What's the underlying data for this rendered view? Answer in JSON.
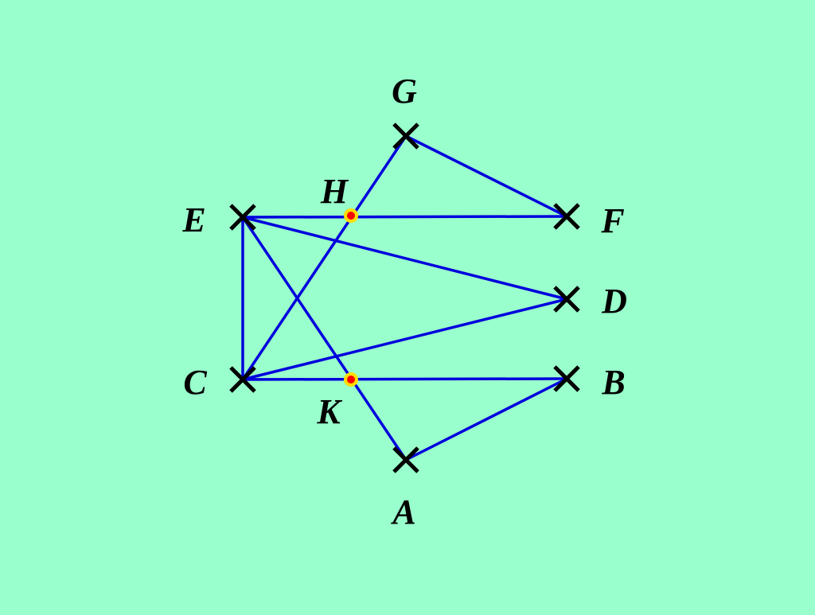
{
  "colors": {
    "background": "#99ffcc",
    "segment": "#0000dd",
    "cross_mark": "#000000",
    "label": "#000000",
    "marked_point_fill": "#ff0000",
    "marked_point_ring": "#ffdd00"
  },
  "points": [
    {
      "id": "G",
      "label": "G",
      "marker": "cross-icon"
    },
    {
      "id": "E",
      "label": "E",
      "marker": "cross-icon"
    },
    {
      "id": "F",
      "label": "F",
      "marker": "cross-icon"
    },
    {
      "id": "D",
      "label": "D",
      "marker": "cross-icon"
    },
    {
      "id": "C",
      "label": "C",
      "marker": "cross-icon"
    },
    {
      "id": "B",
      "label": "B",
      "marker": "cross-icon"
    },
    {
      "id": "A",
      "label": "A",
      "marker": "cross-icon"
    },
    {
      "id": "H",
      "label": "H",
      "marker": "dot-icon"
    },
    {
      "id": "K",
      "label": "K",
      "marker": "dot-icon"
    }
  ],
  "segments": [
    [
      "G",
      "F"
    ],
    [
      "G",
      "C"
    ],
    [
      "E",
      "F"
    ],
    [
      "E",
      "D"
    ],
    [
      "E",
      "C"
    ],
    [
      "E",
      "A"
    ],
    [
      "C",
      "D"
    ],
    [
      "C",
      "B"
    ],
    [
      "A",
      "B"
    ]
  ]
}
